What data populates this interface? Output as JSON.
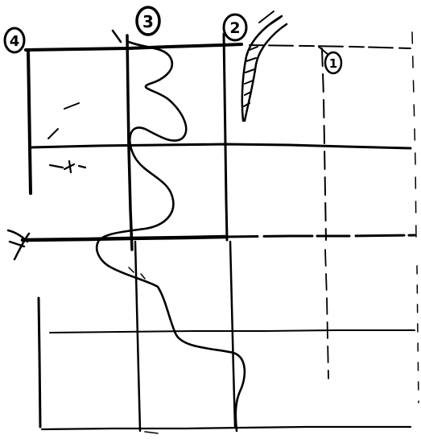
{
  "sketch": {
    "ink_color": "#000000",
    "paper_color": "#ffffff",
    "circled_labels": [
      "4",
      "3",
      "2",
      "1"
    ]
  }
}
